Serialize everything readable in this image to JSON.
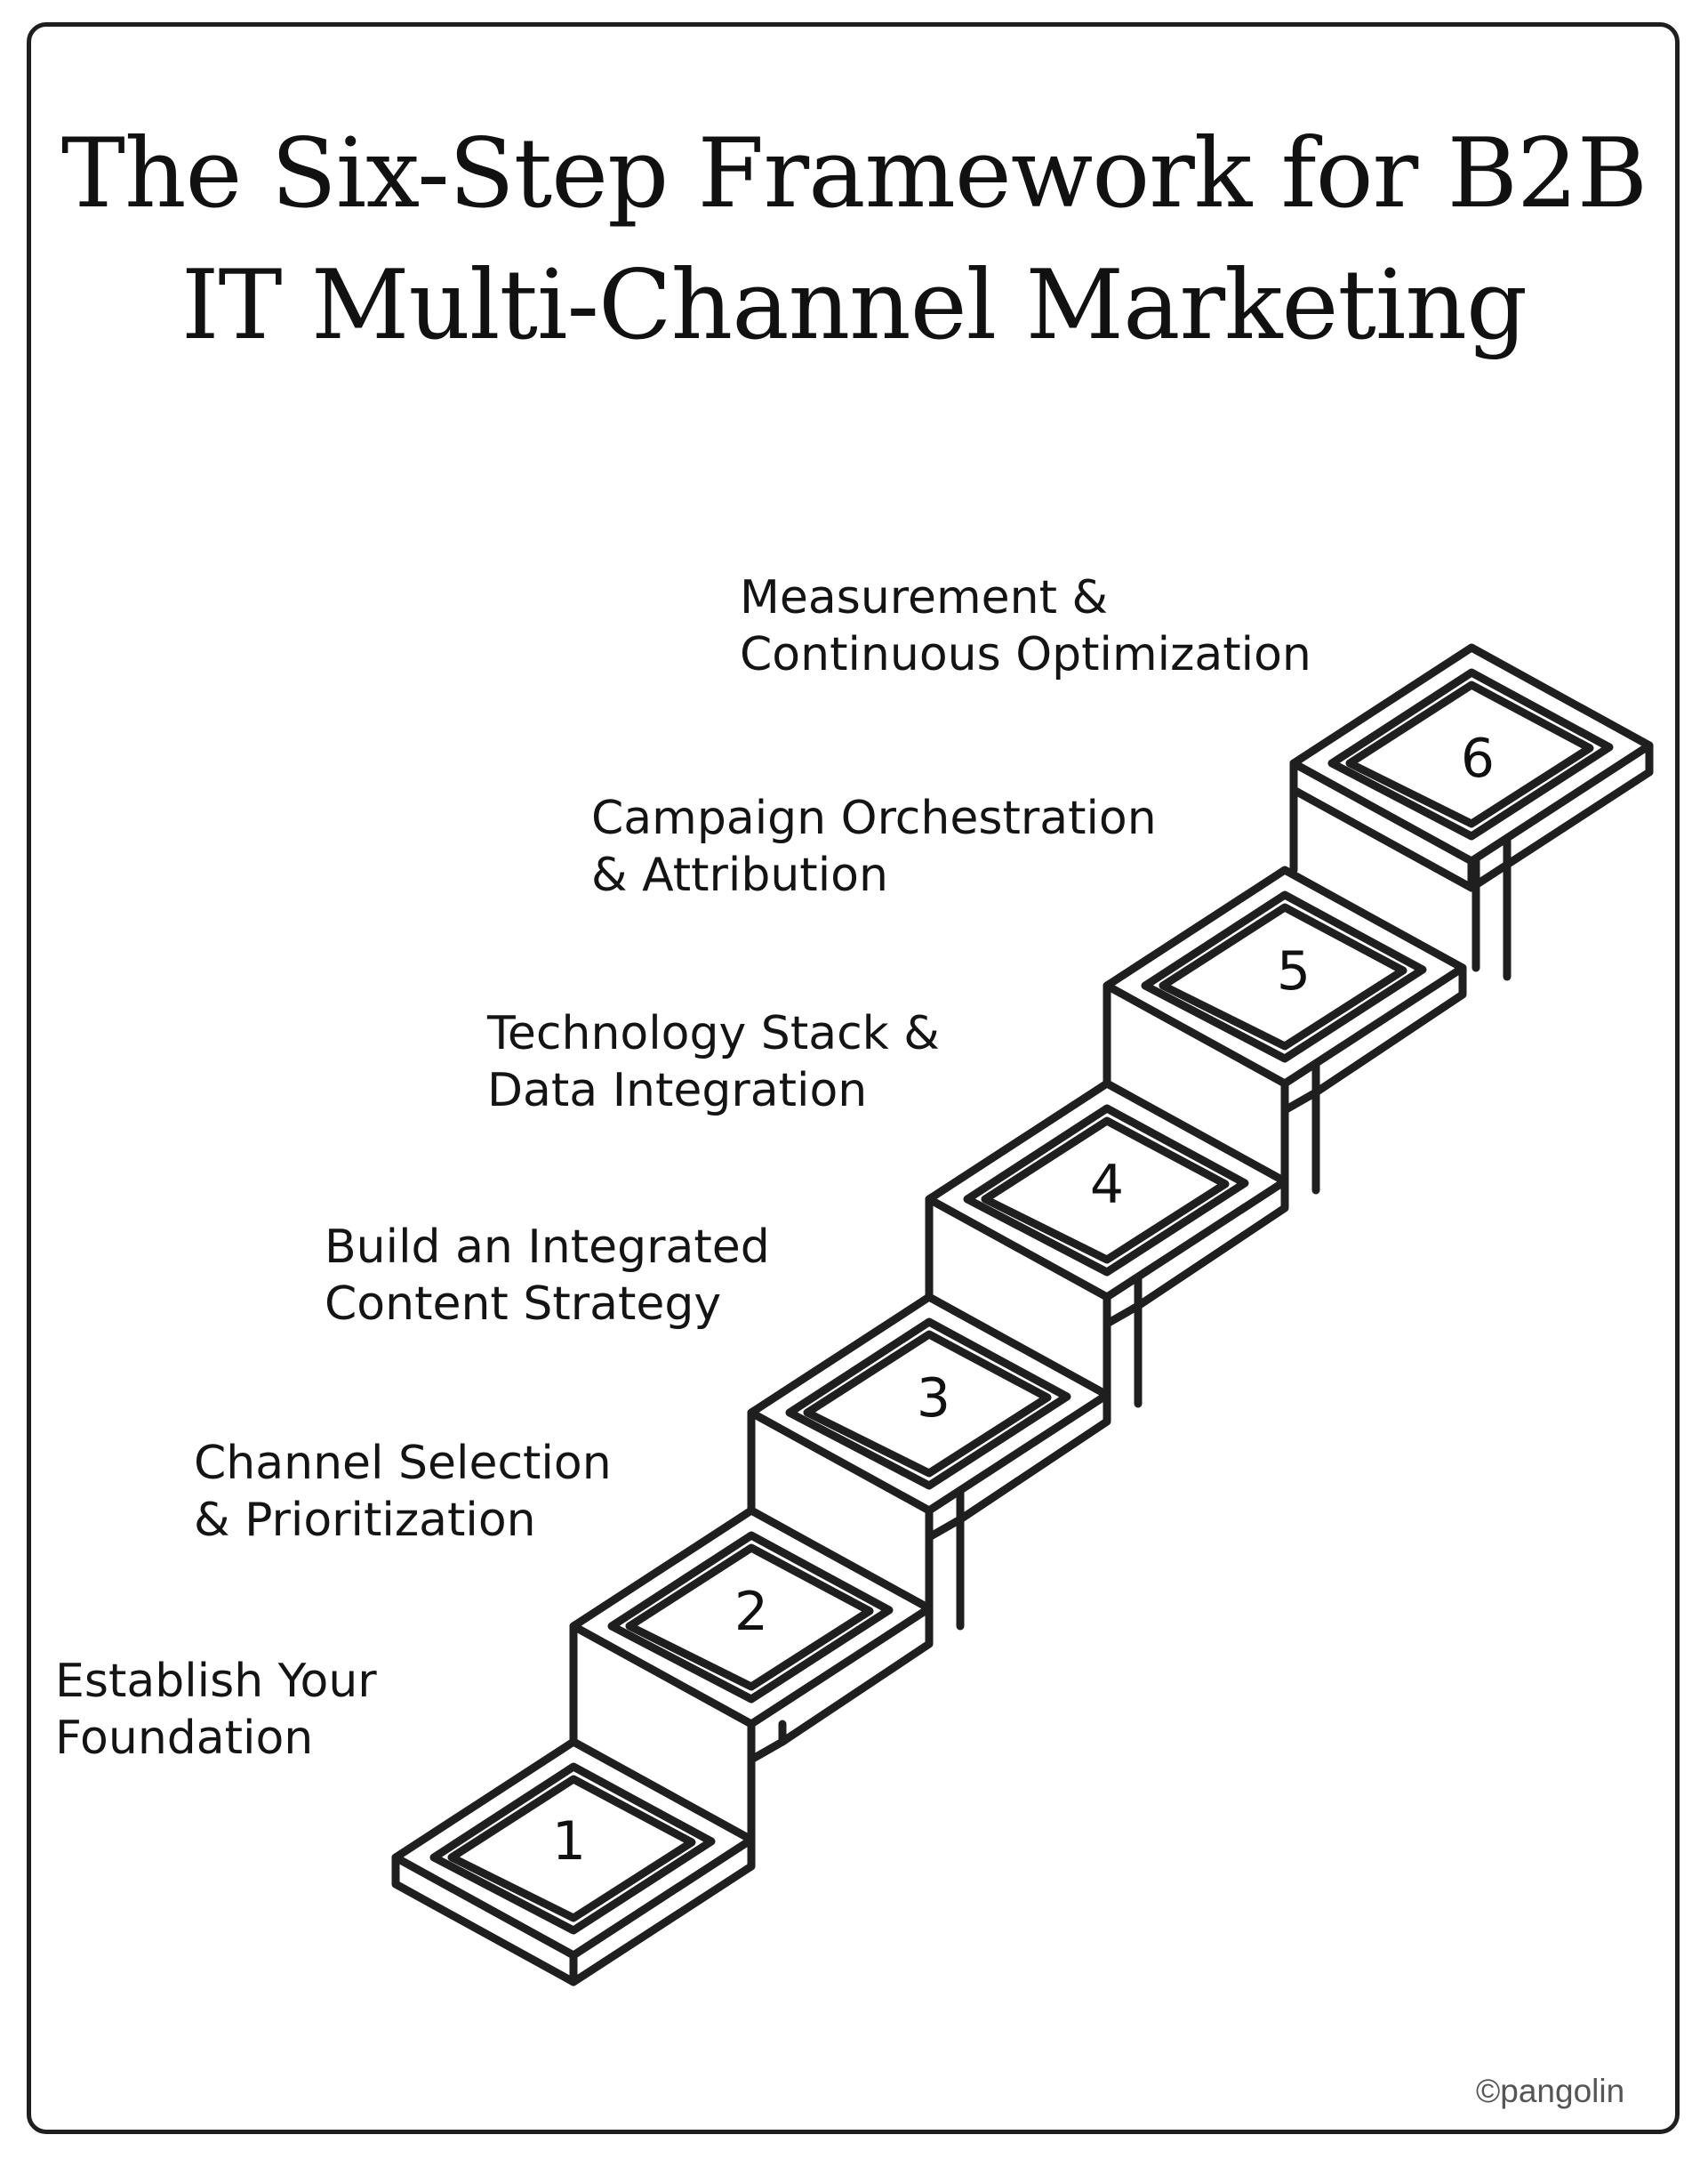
{
  "title": {
    "line1": "The Six-Step Framework for B2B",
    "line2": "IT Multi-Channel Marketing"
  },
  "steps": [
    {
      "number": "1",
      "label_line1": "Establish Your",
      "label_line2": "Foundation"
    },
    {
      "number": "2",
      "label_line1": "Channel Selection",
      "label_line2": "& Prioritization"
    },
    {
      "number": "3",
      "label_line1": "Build an Integrated",
      "label_line2": "Content Strategy"
    },
    {
      "number": "4",
      "label_line1": "Technology Stack &",
      "label_line2": "Data Integration"
    },
    {
      "number": "5",
      "label_line1": "Campaign Orchestration",
      "label_line2": "& Attribution"
    },
    {
      "number": "6",
      "label_line1": "Measurement &",
      "label_line2": "Continuous Optimization"
    }
  ],
  "credit": "©pangolin",
  "colors": {
    "line": "#1f1f1f",
    "background": "#ffffff"
  }
}
